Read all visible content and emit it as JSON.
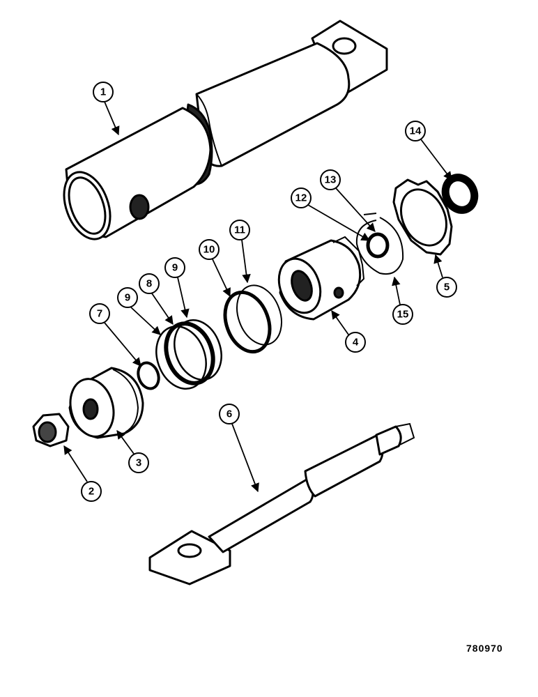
{
  "diagram": {
    "drawing_number": "780970",
    "callouts": [
      {
        "id": "c1",
        "label": "1"
      },
      {
        "id": "c2",
        "label": "2"
      },
      {
        "id": "c3",
        "label": "3"
      },
      {
        "id": "c4",
        "label": "4"
      },
      {
        "id": "c5",
        "label": "5"
      },
      {
        "id": "c6",
        "label": "6"
      },
      {
        "id": "c7",
        "label": "7"
      },
      {
        "id": "c8",
        "label": "8"
      },
      {
        "id": "c9a",
        "label": "9"
      },
      {
        "id": "c9b",
        "label": "9"
      },
      {
        "id": "c10",
        "label": "10"
      },
      {
        "id": "c11",
        "label": "11"
      },
      {
        "id": "c12",
        "label": "12"
      },
      {
        "id": "c13",
        "label": "13"
      },
      {
        "id": "c14",
        "label": "14"
      },
      {
        "id": "c15",
        "label": "15"
      }
    ]
  }
}
